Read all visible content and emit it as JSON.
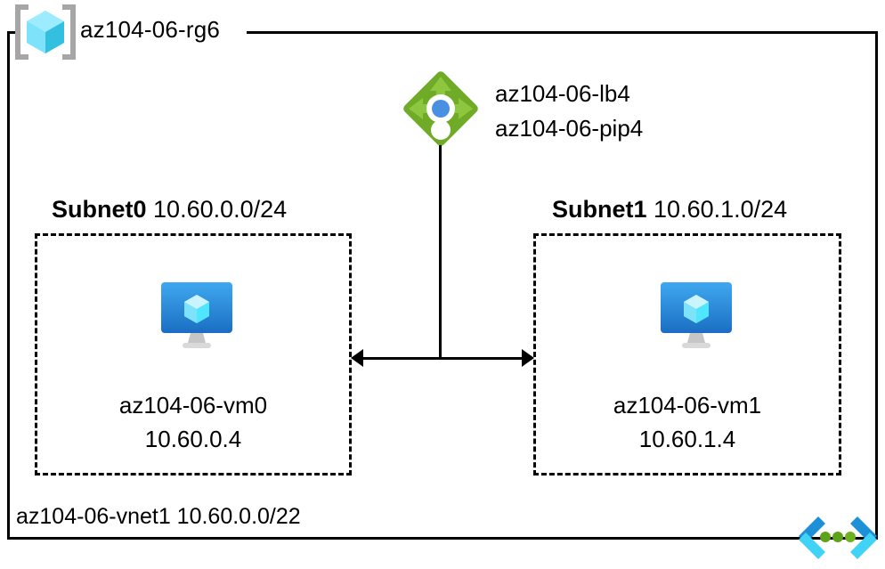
{
  "diagram": {
    "resource_group": {
      "icon": "resource-group-cube-icon",
      "label": "az104-06-rg6"
    },
    "load_balancer": {
      "icon": "load-balancer-icon",
      "lb_name": "az104-06-lb4",
      "pip_name": "az104-06-pip4"
    },
    "subnets": [
      {
        "name": "Subnet0",
        "cidr": "10.60.0.0/24",
        "vm": {
          "icon": "virtual-machine-icon",
          "name": "az104-06-vm0",
          "ip": "10.60.0.4"
        }
      },
      {
        "name": "Subnet1",
        "cidr": "10.60.1.0/24",
        "vm": {
          "icon": "virtual-machine-icon",
          "name": "az104-06-vm1",
          "ip": "10.60.1.4"
        }
      }
    ],
    "vnet": {
      "label": "az104-06-vnet1 10.60.0.0/22",
      "icon": "virtual-network-icon"
    },
    "colors": {
      "background": "#ffffff",
      "line": "#000000",
      "load_balancer_green": "#6fab27",
      "load_balancer_arrow_green": "#8dc63f",
      "load_balancer_dot_blue": "#4a90e2",
      "vm_blue_top": "#3aa0ee",
      "vm_blue_bottom": "#1b6ec2",
      "cube_cyan": "#50e6ff",
      "cube_cyan_light": "#9cebff",
      "bracket_gray": "#a0a0a0",
      "vnet_blue": "#1e90d8",
      "vnet_cyan": "#40d3f5",
      "vnet_green": "#5ea219"
    }
  }
}
